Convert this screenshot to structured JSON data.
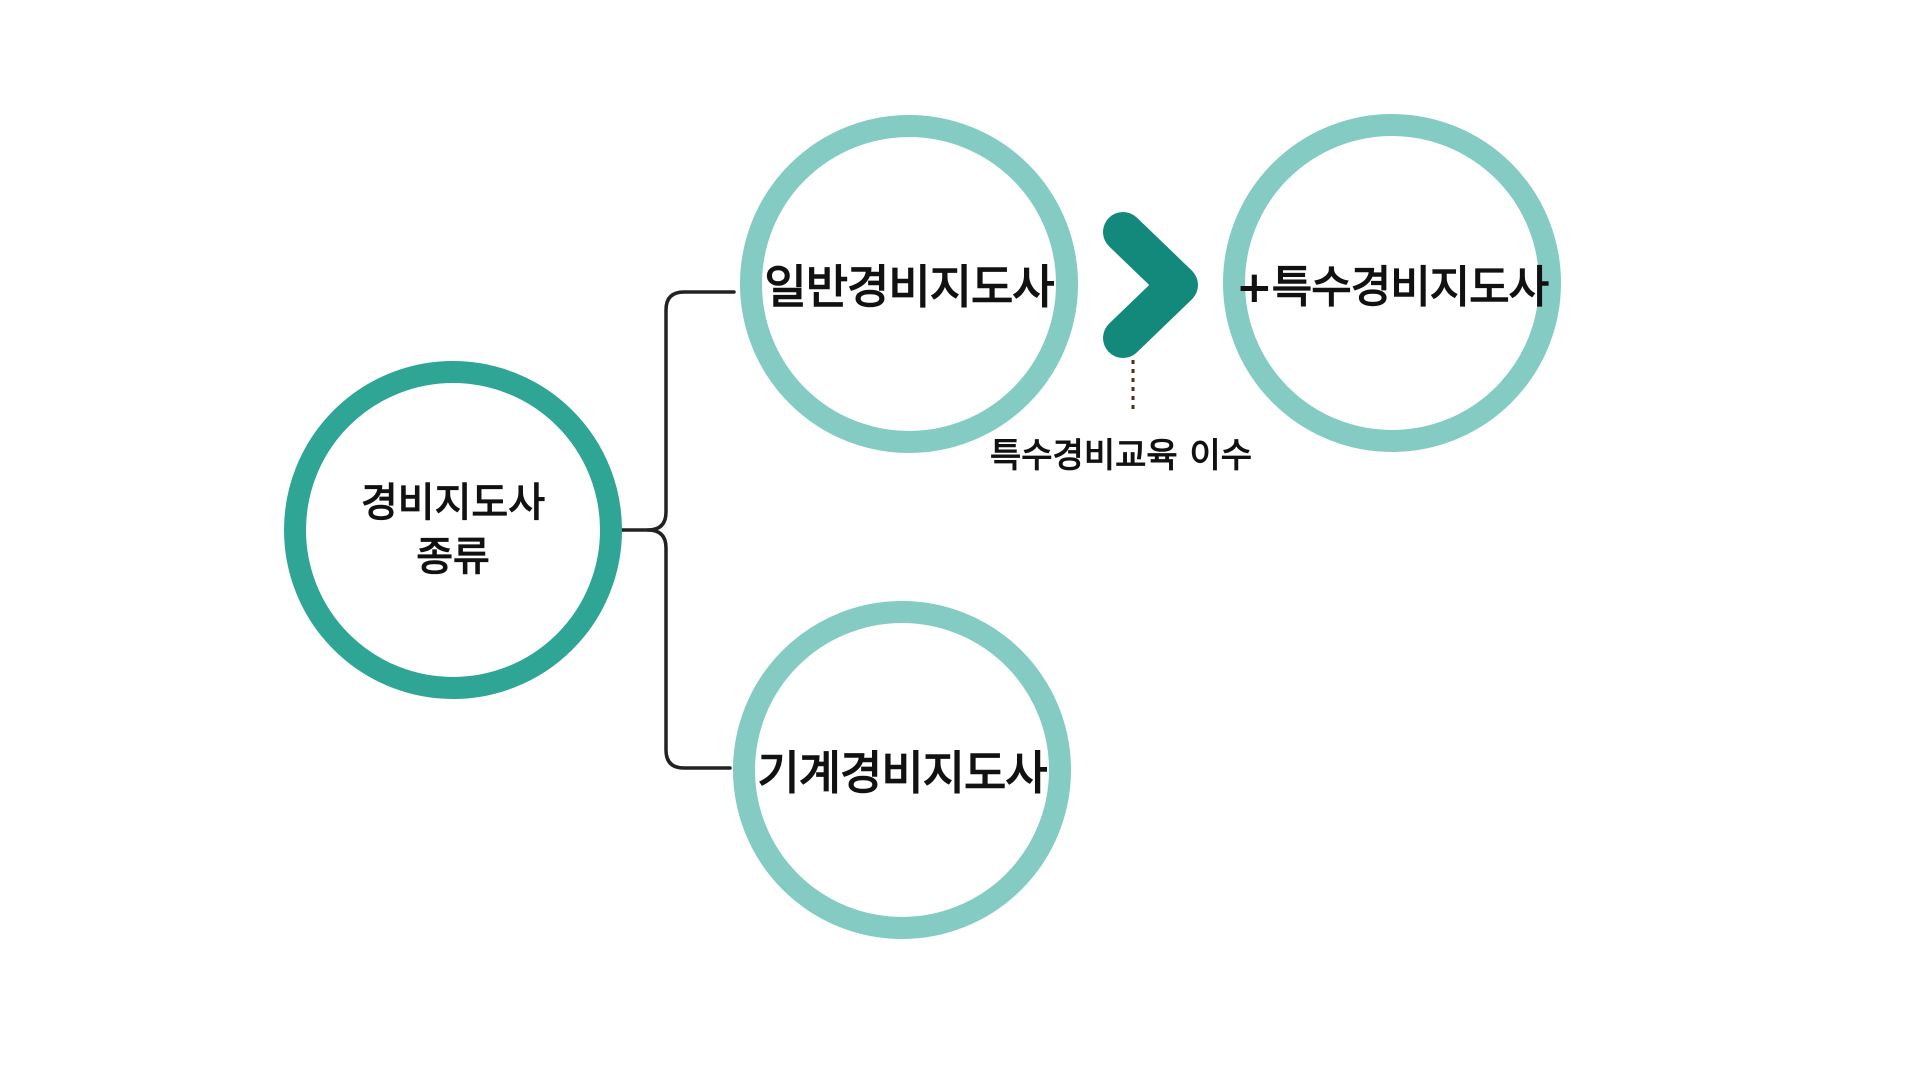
{
  "diagram": {
    "root": {
      "line1": "경비지도사",
      "line2": "종류"
    },
    "branches": {
      "general": "일반경비지도사",
      "machine": "기계경비지도사"
    },
    "upgrade": {
      "target": "+특수경비지도사",
      "condition": "특수경비교육 이수"
    }
  },
  "colors": {
    "root_ring": "#2fa595",
    "branch_ring": "#84cbc3",
    "arrow": "#12897a",
    "connector": "#222222",
    "dotted_leader": "#5a2a1a"
  }
}
